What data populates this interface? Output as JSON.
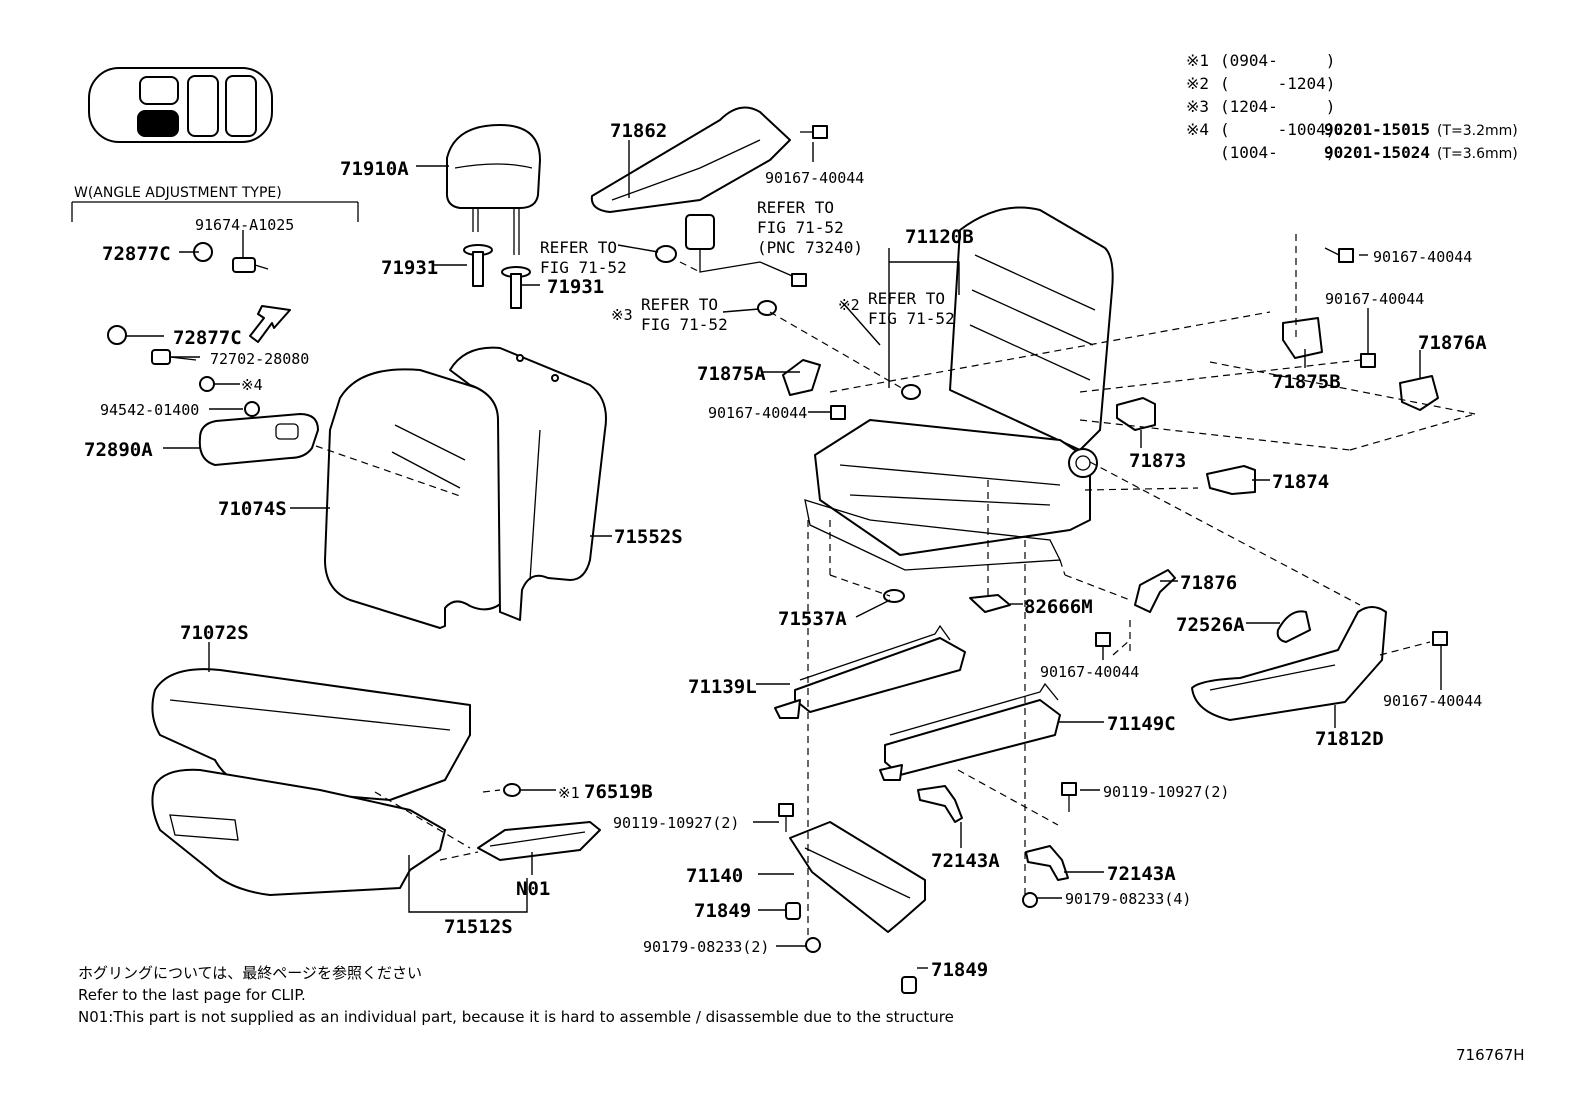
{
  "diagram_id": "716767H",
  "variant_header": "W(ANGLE ADJUSTMENT TYPE)",
  "legend": [
    {
      "mark": "※1",
      "range": "(0904-　　　)",
      "part": "",
      "note": ""
    },
    {
      "mark": "※2",
      "range": "(　　　-1204)",
      "part": "",
      "note": ""
    },
    {
      "mark": "※3",
      "range": "(1204-　　　)",
      "part": "",
      "note": ""
    },
    {
      "mark": "※4",
      "range": "(　　　-1004)",
      "part": "90201-15015",
      "note": "(T=3.2mm)"
    },
    {
      "mark": "",
      "range": "(1004-　　　)",
      "part": "90201-15024",
      "note": "(T=3.6mm)"
    }
  ],
  "refer": {
    "r1": [
      "REFER TO",
      "FIG 71-52",
      "(PNC 73240)"
    ],
    "r2": [
      "REFER TO",
      "FIG 71-52"
    ],
    "r3": [
      "REFER TO",
      "FIG 71-52"
    ],
    "r4": [
      "REFER TO",
      "FIG 71-52"
    ],
    "mark2": "※2",
    "mark3": "※3"
  },
  "parts": {
    "p71862": "71862",
    "p90167_top": "90167-40044",
    "p71910A": "71910A",
    "p91674": "91674-A1025",
    "p72877C_a": "72877C",
    "p71931_a": "71931",
    "p71931_b": "71931",
    "p72877C_b": "72877C",
    "p72702": "72702-28080",
    "p94542": "94542-01400",
    "mark4": "※4",
    "p72890A": "72890A",
    "p71074S": "71074S",
    "p71552S": "71552S",
    "p71120B": "71120B",
    "p90167_r1": "90167-40044",
    "p90167_r2": "90167-40044",
    "p71875B": "71875B",
    "p71876A": "71876A",
    "p71875A": "71875A",
    "p90167_l": "90167-40044",
    "p71873": "71873",
    "p71874": "71874",
    "p71876": "71876",
    "p72526A": "72526A",
    "p82666M": "82666M",
    "p71537A": "71537A",
    "p90167_m": "90167-40044",
    "p90167_br": "90167-40044",
    "p71812D": "71812D",
    "p71139L": "71139L",
    "p71149C": "71149C",
    "p71072S": "71072S",
    "mark1": "※1",
    "p76519B": "76519B",
    "p90119_l": "90119-10927(2)",
    "p90119_r": "90119-10927(2)",
    "p71140": "71140",
    "p72143A_a": "72143A",
    "p72143A_b": "72143A",
    "p71849_a": "71849",
    "p71849_b": "71849",
    "p90179_l": "90179-08233(2)",
    "p90179_r": "90179-08233(4)",
    "pN01": "N01",
    "p71512S": "71512S"
  },
  "footer": {
    "jp": "ホグリングについては、最終ページを参照ください",
    "en": "Refer to the last page for CLIP.",
    "n01": "N01:This part is not supplied as an individual part, because it is hard to assemble / disassemble due to the structure"
  }
}
